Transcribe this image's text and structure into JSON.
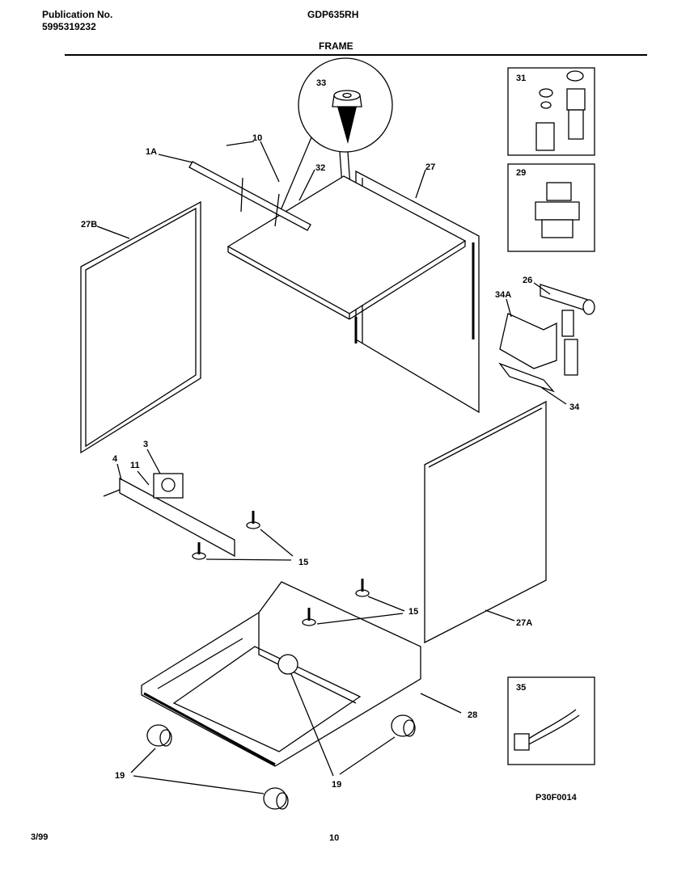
{
  "header": {
    "publication_label": "Publication No.",
    "publication_number": "5995319232",
    "model": "GDP635RH",
    "section_title": "FRAME"
  },
  "callouts": {
    "c1A": "1A",
    "c10": "10",
    "c32": "32",
    "c33": "33",
    "c27": "27",
    "c27B": "27B",
    "c31": "31",
    "c29": "29",
    "c26": "26",
    "c34A": "34A",
    "c34": "34",
    "c3": "3",
    "c4": "4",
    "c11": "11",
    "c15a": "15",
    "c15b": "15",
    "c27A": "27A",
    "c28": "28",
    "c35": "35",
    "c19a": "19",
    "c19b": "19"
  },
  "diagram_code": "P30F0014",
  "footer": {
    "date": "3/99",
    "page_number": "10"
  }
}
